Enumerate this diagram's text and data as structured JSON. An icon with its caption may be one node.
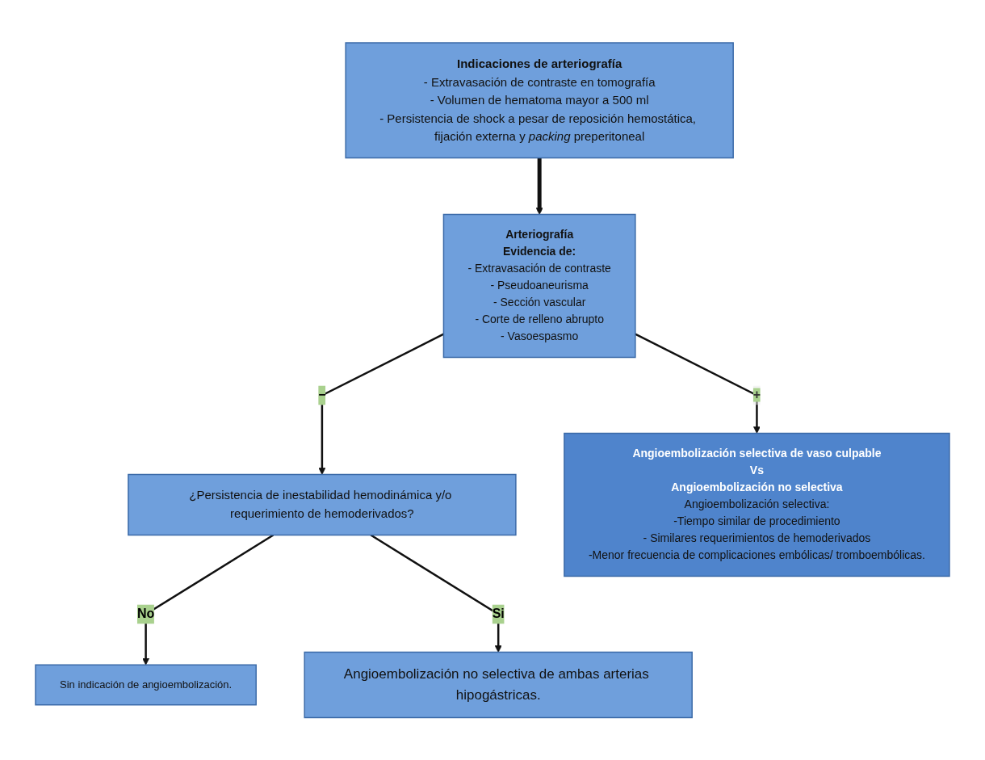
{
  "diagram": {
    "nodes": [
      {
        "text": [
          "Indicaciones de arteriografía",
          "- Extravasación de contraste en tomografía",
          "- Volumen de hematoma mayor a 500 ml",
          "- Persistencia de shock a pesar de reposición hemostática, fijación externa y *packing* preperitoneal"
        ]
      },
      {
        "text": [
          "Arteriografía",
          "Evidencia de:",
          "- Extravasación de contraste",
          "- Pseudoaneurisma",
          "- Sección vascular",
          "- Corte de relleno abrupto",
          "- Vasoespasmo"
        ]
      },
      {
        "text": [
          "¿Persistencia de inestabilidad hemodinámica y/o requerimiento de hemoderivados?"
        ]
      },
      {
        "text": [
          "Angioembolización selectiva de vaso culpable",
          "Vs",
          "Angioembolización no selectiva",
          "Angioembolización selectiva:",
          "-Tiempo similar de procedimiento",
          "- Similares requerimientos de hemoderivados",
          "-Menor frecuencia de complicaciones embólicas/ tromboembólicas."
        ]
      },
      {
        "text": [
          "Sin indicación de angioembolización."
        ]
      },
      {
        "text": [
          "Angioembolización no selectiva de ambas arterias hipogástricas."
        ]
      }
    ],
    "edges": [
      {
        "from": 0,
        "to": 1,
        "arrow": "to",
        "style": "thick"
      },
      {
        "from": 1,
        "to": 2,
        "arrow": "to",
        "label": "−"
      },
      {
        "from": 1,
        "to": 3,
        "arrow": "to",
        "label": "+"
      },
      {
        "from": 2,
        "to": 4,
        "arrow": "to",
        "label": "No"
      },
      {
        "from": 2,
        "to": 5,
        "arrow": "to",
        "label": "Si"
      }
    ]
  }
}
